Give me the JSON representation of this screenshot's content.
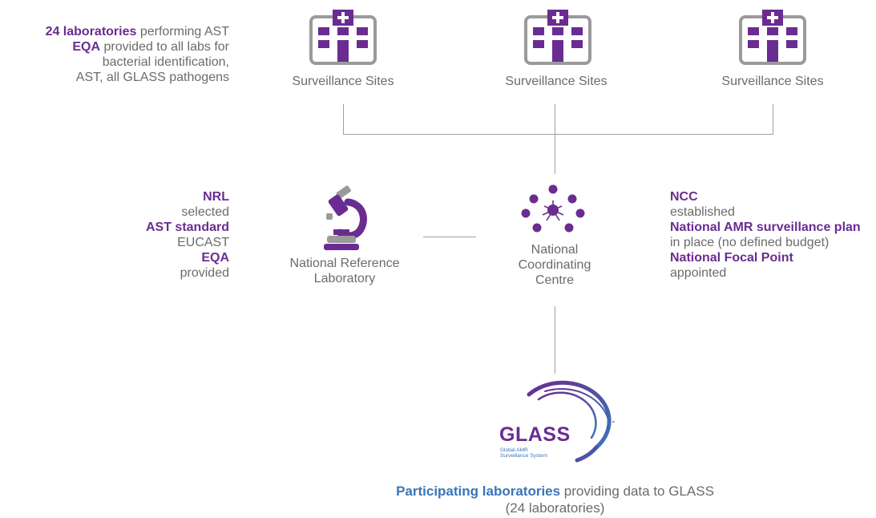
{
  "sites_note": {
    "line1_highlight": "24 laboratories",
    "line1_rest": " performing AST",
    "line2_highlight": "EQA",
    "line2_rest": " provided to all labs for",
    "line3": "bacterial identification,",
    "line4": "AST, all GLASS pathogens"
  },
  "surveillance_sites": [
    {
      "label": "Surveillance Sites"
    },
    {
      "label": "Surveillance Sites"
    },
    {
      "label": "Surveillance Sites"
    }
  ],
  "nrl_note": {
    "h1": "NRL",
    "t1": "selected",
    "h2": "AST standard",
    "t2": "EUCAST",
    "h3": "EQA",
    "t3": "provided"
  },
  "nrl": {
    "line1": "National Reference",
    "line2": "Laboratory"
  },
  "ncc": {
    "line1": "National",
    "line2": "Coordinating",
    "line3": "Centre"
  },
  "ncc_note": {
    "h1": "NCC",
    "t1": "established",
    "h2": "National AMR surveillance plan",
    "t2": "in place (no defined budget)",
    "h3": "National Focal Point",
    "t3": "appointed"
  },
  "glass_logo": {
    "name": "GLASS",
    "tag1": "Global AMR",
    "tag2": "Surveillance System"
  },
  "participating": {
    "highlight": "Participating laboratories",
    "rest": " providing data to GLASS",
    "line2": "(24 laboratories)"
  },
  "colors": {
    "purple": "#6a2c91",
    "blue": "#3a74b8",
    "grey_text": "#6b6b6b",
    "icon_grey": "#9a9a9a",
    "connector": "#a0a0a0"
  },
  "icons": {
    "site": "hospital-icon",
    "nrl": "microscope-icon",
    "ncc": "network-icon",
    "glass": "glass-logo"
  }
}
